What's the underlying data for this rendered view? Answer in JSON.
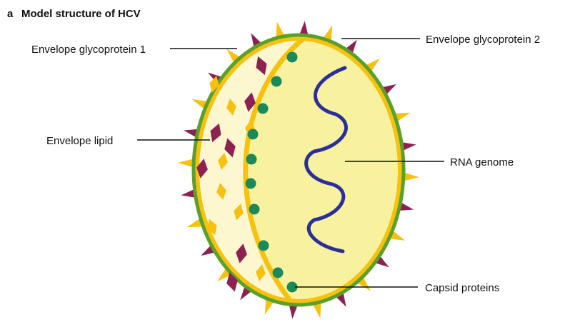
{
  "figure": {
    "panel_letter": "a",
    "title": "Model structure of HCV",
    "labels": {
      "envelope_glycoprotein_1": "Envelope glycoprotein 1",
      "envelope_glycoprotein_2": "Envelope glycoprotein 2",
      "envelope_lipid": "Envelope lipid",
      "rna_genome": "RNA genome",
      "capsid_proteins": "Capsid proteins"
    }
  },
  "colors": {
    "envelope_outline": "#5aa02c",
    "lipid_band": "#f6c20f",
    "lipid_layer_fill": "#fdf7cf",
    "core_fill": "#f8f2a0",
    "glycoprotein_1": "#f6c20f",
    "glycoprotein_2": "#8b2252",
    "capsid": "#1b8a5a",
    "rna": "#2a2f99",
    "leader_line": "#111111"
  }
}
